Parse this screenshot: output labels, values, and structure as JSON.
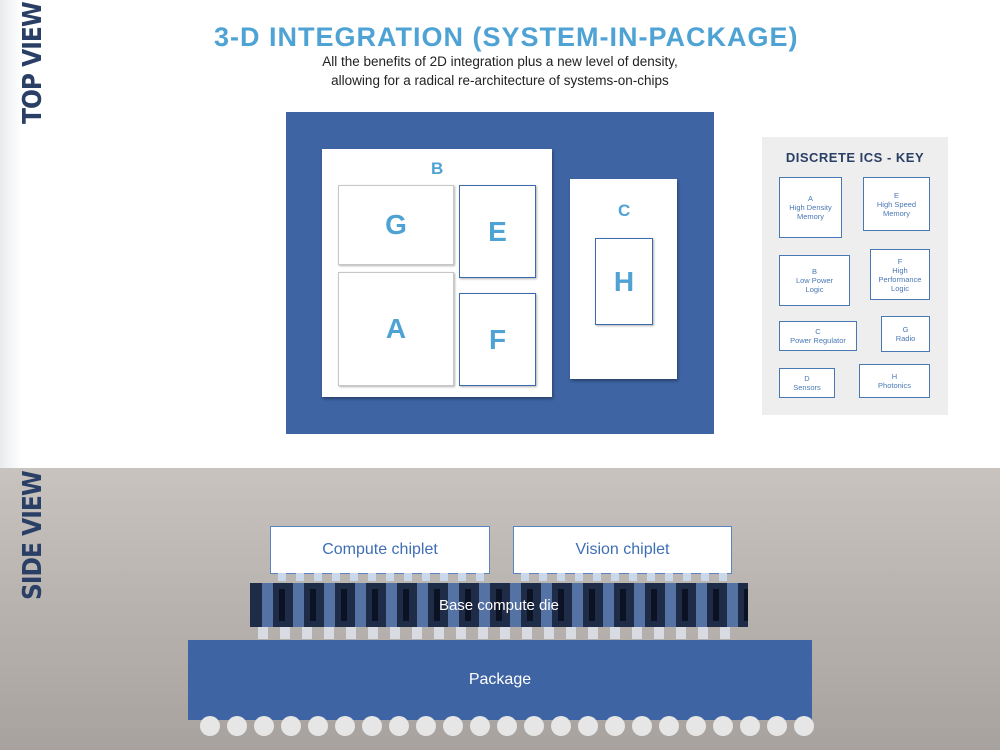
{
  "side_labels": {
    "top": "TOP VIEW",
    "side": "SIDE VIEW"
  },
  "header": {
    "title": "3-D INTEGRATION (SYSTEM-IN-PACKAGE)",
    "subtitle_line1": "All the benefits of 2D integration plus a new level of density,",
    "subtitle_line2": "allowing for a radical re-architecture of systems-on-chips"
  },
  "top_view": {
    "die_b_label": "B",
    "die_c_label": "C",
    "chips": {
      "g": "G",
      "e": "E",
      "a": "A",
      "f": "F",
      "h": "H"
    }
  },
  "key": {
    "title": "DISCRETE ICS - KEY",
    "items": {
      "a": {
        "letter": "A",
        "name_line1": "High Density",
        "name_line2": "Memory"
      },
      "e": {
        "letter": "E",
        "name_line1": "High Speed",
        "name_line2": "Memory"
      },
      "b": {
        "letter": "B",
        "name_line1": "Low Power",
        "name_line2": "Logic"
      },
      "f": {
        "letter": "F",
        "name_line1": "High",
        "name_line2": "Performance",
        "name_line3": "Logic"
      },
      "c": {
        "letter": "C",
        "name_line1": "Power Regulator"
      },
      "g": {
        "letter": "G",
        "name_line1": "Radio"
      },
      "d": {
        "letter": "D",
        "name_line1": "Sensors"
      },
      "h": {
        "letter": "H",
        "name_line1": "Photonics"
      }
    }
  },
  "side_view": {
    "compute_chiplet": "Compute chiplet",
    "vision_chiplet": "Vision chiplet",
    "base_die": "Base compute die",
    "package": "Package"
  },
  "colors": {
    "accent_light_blue": "#4ea3d4",
    "package_blue": "#3e64a4",
    "dark_navy": "#2a3f66"
  }
}
